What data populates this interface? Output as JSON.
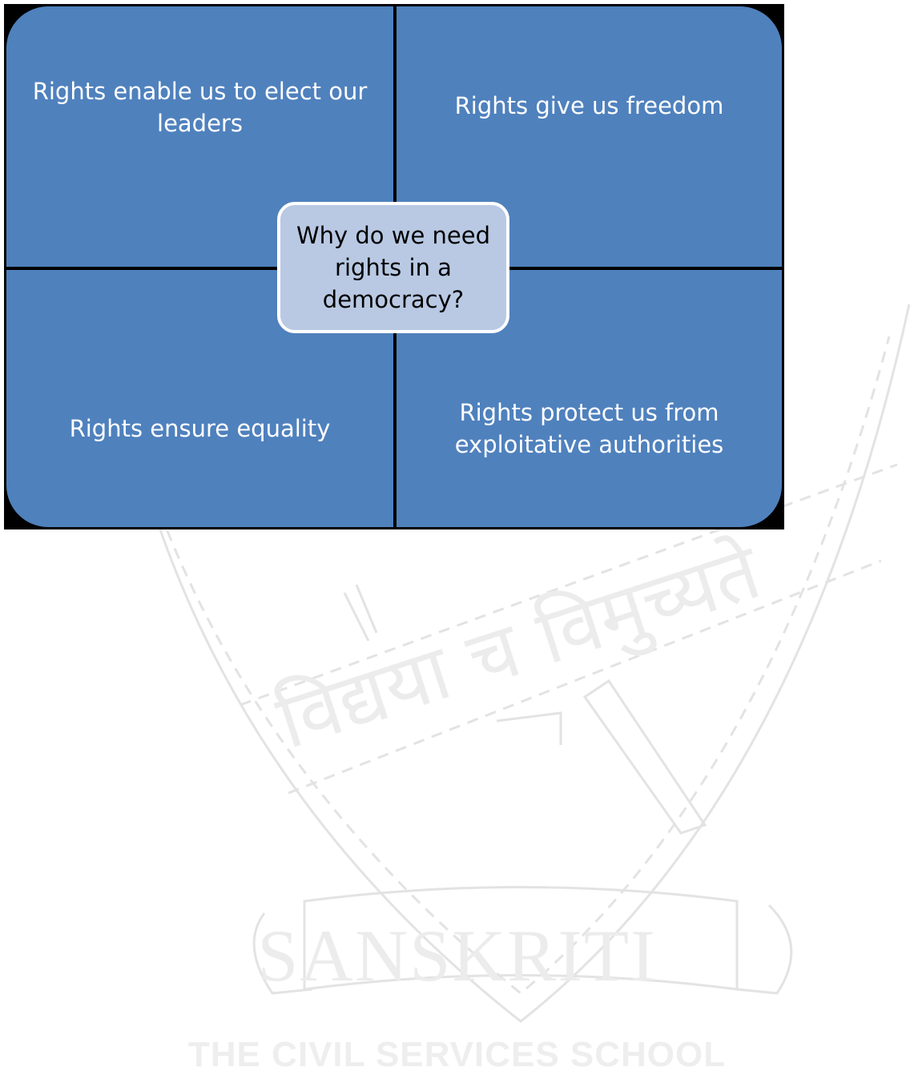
{
  "diagram": {
    "center": "Why do we need rights in a democracy?",
    "top_left": "Rights enable us to elect our leaders",
    "top_right": "Rights give us freedom",
    "bottom_left": "Rights ensure equality",
    "bottom_right": "Rights protect us from exploitative authorities"
  },
  "watermark": {
    "banner_text": "SANSKRITI",
    "school_text": "THE CIVIL SERVICES SCHOOL",
    "motto": "विद्यया च विमुच्यते"
  },
  "colors": {
    "quadrant_fill": "#4f81bd",
    "center_fill": "#b9c9e3",
    "watermark": "#e6e6e6"
  }
}
